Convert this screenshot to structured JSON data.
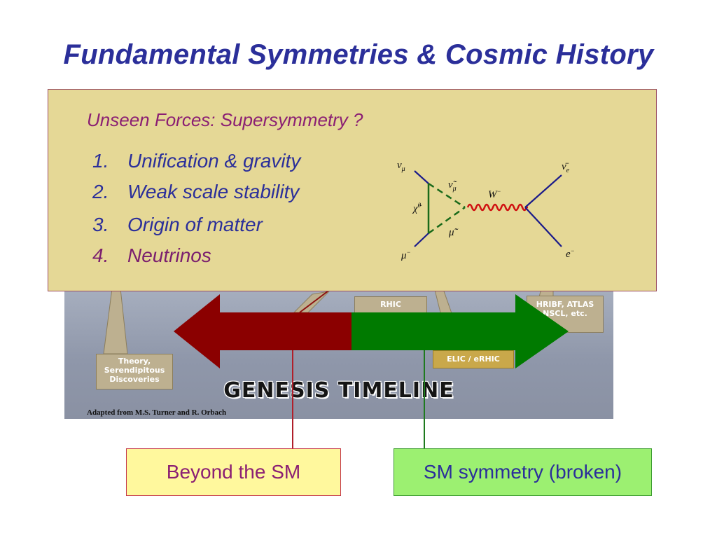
{
  "slide": {
    "title": "Fundamental Symmetries & Cosmic History"
  },
  "box": {
    "heading": "Unseen Forces: Supersymmetry ?",
    "items": [
      {
        "num": "1.",
        "text": "Unification & gravity"
      },
      {
        "num": "2.",
        "text": "Weak scale stability"
      },
      {
        "num": "3.",
        "text": "Origin of matter"
      },
      {
        "num": "4.",
        "text": "Neutrinos"
      }
    ]
  },
  "feynman": {
    "nu_mu": "ν",
    "nu_mu_sub": "μ",
    "nu_mu_tilde": "ν̃",
    "nu_mu_tilde_sub": "μ",
    "chi": "χ̃",
    "chi_sup": "0",
    "mu_tilde": "μ̃",
    "mu_tilde_sup": "−",
    "mu": "μ",
    "mu_sup": "−",
    "w": "W",
    "w_sup": "−",
    "nu_e_bar": "ν̄",
    "nu_e_sub": "e",
    "e": "e",
    "e_sup": "−"
  },
  "background": {
    "callouts": {
      "theory": "Theory,\nSerendipitous\nDiscoveries",
      "rhic": "RHIC",
      "hribf": "HRIBF, ATLAS\nNSCL, etc.",
      "elic": "ELIC / eRHIC"
    },
    "genesis": "GENESIS TIMELINE",
    "credit": "Adapted from M.S. Turner and R. Orbach"
  },
  "labels": {
    "bsm": "Beyond the SM",
    "sm": "SM symmetry (broken)"
  },
  "colors": {
    "title": "#2b2f9a",
    "box_fill": "#e5d896",
    "arrow_red": "#8b0000",
    "arrow_green": "#007a00"
  }
}
